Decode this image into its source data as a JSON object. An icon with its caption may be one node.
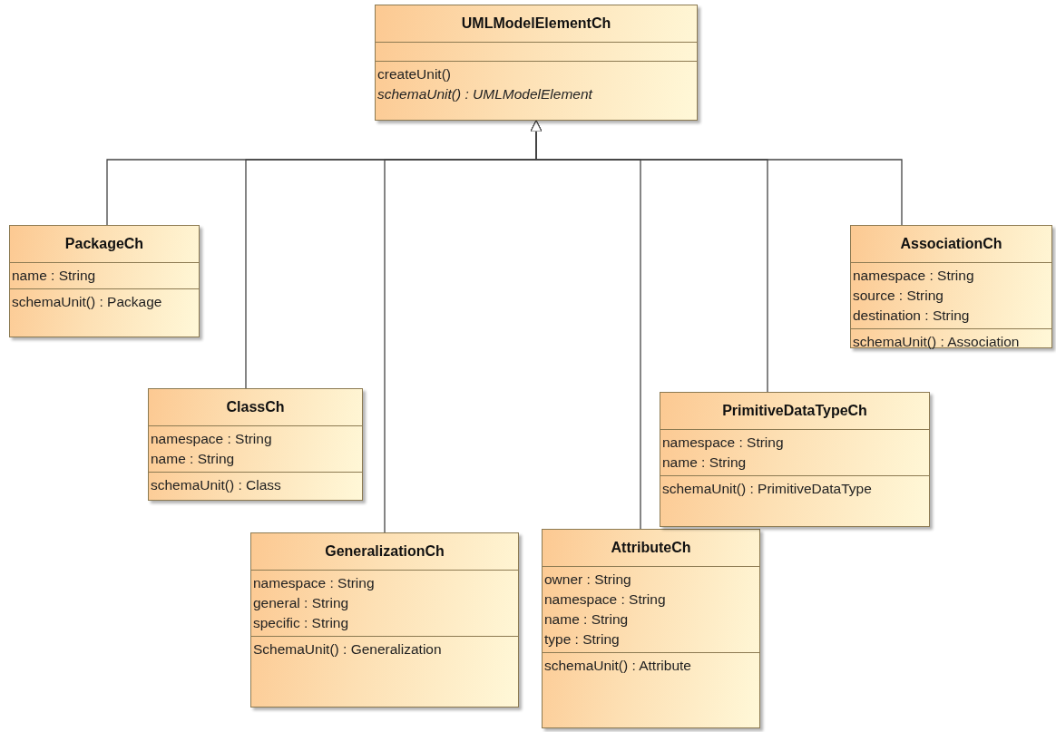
{
  "diagram": {
    "nodes": [
      {
        "text": [
          "UMLModelElementCh"
        ]
      },
      {
        "text": [],
        "shape": "box",
        "in": 0
      },
      {
        "text": [
          "createUnit()",
          "*schemaUnit() : UMLModelElement*"
        ],
        "in": 0
      },
      {
        "text": [
          "PackageCh"
        ]
      },
      {
        "text": [
          "name : String"
        ],
        "in": 3
      },
      {
        "text": [
          "schemaUnit() : Package"
        ],
        "in": 3
      },
      {
        "text": [
          "ClassCh"
        ]
      },
      {
        "text": [
          "namespace : String",
          "name : String"
        ],
        "in": 6
      },
      {
        "text": [
          "schemaUnit() : Class"
        ],
        "in": 6
      },
      {
        "text": [
          "GeneralizationCh"
        ]
      },
      {
        "text": [
          "namespace : String",
          "general : String",
          "specific : String"
        ],
        "in": 9
      },
      {
        "text": [
          "SchemaUnit() : Generalization"
        ],
        "in": 9
      },
      {
        "text": [
          "AttributeCh"
        ]
      },
      {
        "text": [
          "owner : String",
          "namespace : String",
          "name : String",
          "type : String"
        ],
        "in": 12
      },
      {
        "text": [
          "schemaUnit() : Attribute"
        ],
        "in": 12
      },
      {
        "text": [
          "PrimitiveDataTypeCh"
        ]
      },
      {
        "text": [
          "namespace : String",
          "name : String"
        ],
        "in": 15
      },
      {
        "text": [
          "schemaUnit() : PrimitiveDataType"
        ],
        "in": 15
      },
      {
        "text": [
          "AssociationCh"
        ]
      },
      {
        "text": [
          "namespace : String",
          "source : String",
          "destination : String"
        ],
        "in": 18
      },
      {
        "text": [
          "schemaUnit() : Association"
        ],
        "in": 18
      }
    ],
    "edges": [
      {
        "from": 3,
        "to": 0,
        "arrow": "to"
      },
      {
        "from": 6,
        "to": 0,
        "arrow": "to"
      },
      {
        "from": 9,
        "to": 0,
        "arrow": "to"
      },
      {
        "from": 12,
        "to": 0,
        "arrow": "to"
      },
      {
        "from": 15,
        "to": 0,
        "arrow": "to"
      },
      {
        "from": 18,
        "to": 0,
        "arrow": "to"
      }
    ]
  }
}
